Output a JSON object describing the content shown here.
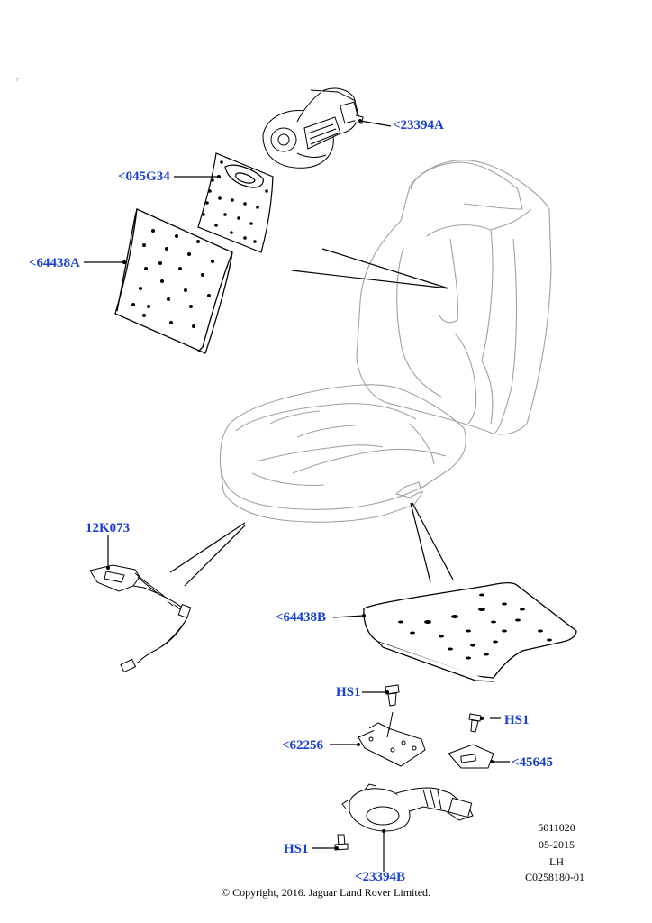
{
  "callouts": {
    "c23394A": "<23394A",
    "c045G34": "<045G34",
    "c64438A": "<64438A",
    "c12K073": "12K073",
    "c64438B": "<64438B",
    "cHS1_top": "HS1",
    "cHS1_right": "HS1",
    "c62256": "<62256",
    "c45645": "<45645",
    "cHS1_bottom": "HS1",
    "c23394B": "<23394B"
  },
  "meta": {
    "number": "5011020",
    "date": "05-2015",
    "side": "LH",
    "code": "C0258180-01"
  },
  "copyright": "© Copyright, 2016. Jaguar Land Rover Limited.",
  "colors": {
    "callout": "#1a3fd6",
    "outline": "#000000",
    "seat": "#9a9a9a"
  }
}
